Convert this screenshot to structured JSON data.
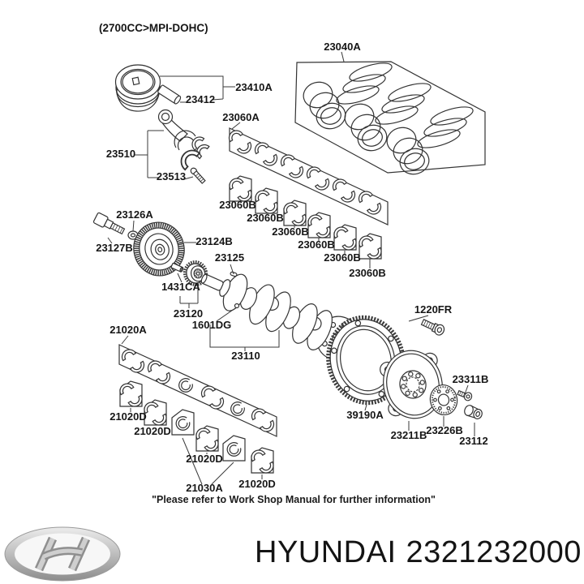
{
  "header": {
    "engine_spec": "(2700CC>MPI-DOHC)"
  },
  "parts": {
    "piston_ring_set": "23040A",
    "piston_and_pin_assy": "23410A",
    "piston_pin": "23412",
    "connecting_rod": "23510",
    "connecting_rod_bolt": "23513",
    "rod_bearing_set": "23060A",
    "rod_bearing": "23060B",
    "pulley_washer": "23126A",
    "pulley_bolt": "23127B",
    "crankshaft_pulley": "23124B",
    "woodruff_key": "23125",
    "timing_sprocket": "1431CA",
    "crankshaft_sprocket": "23120",
    "crankshaft_bolt": "1601DG",
    "crankshaft": "23110",
    "main_bearing_set": "21020A",
    "main_bearing": "21020D",
    "thrust_bearing_set": "21030A",
    "ring_gear": "39190A",
    "ring_gear_bolt": "1220FR",
    "drive_plate_bolt": "23311B",
    "drive_plate": "23211B",
    "adapter_plate": "23226B",
    "pilot_bushing": "23112"
  },
  "footer": {
    "note": "\"Please refer to Work Shop Manual for further information\""
  },
  "brand": {
    "name": "HYUNDAI",
    "part_number": "2321232000",
    "logo_icon": "hyundai-logo"
  }
}
